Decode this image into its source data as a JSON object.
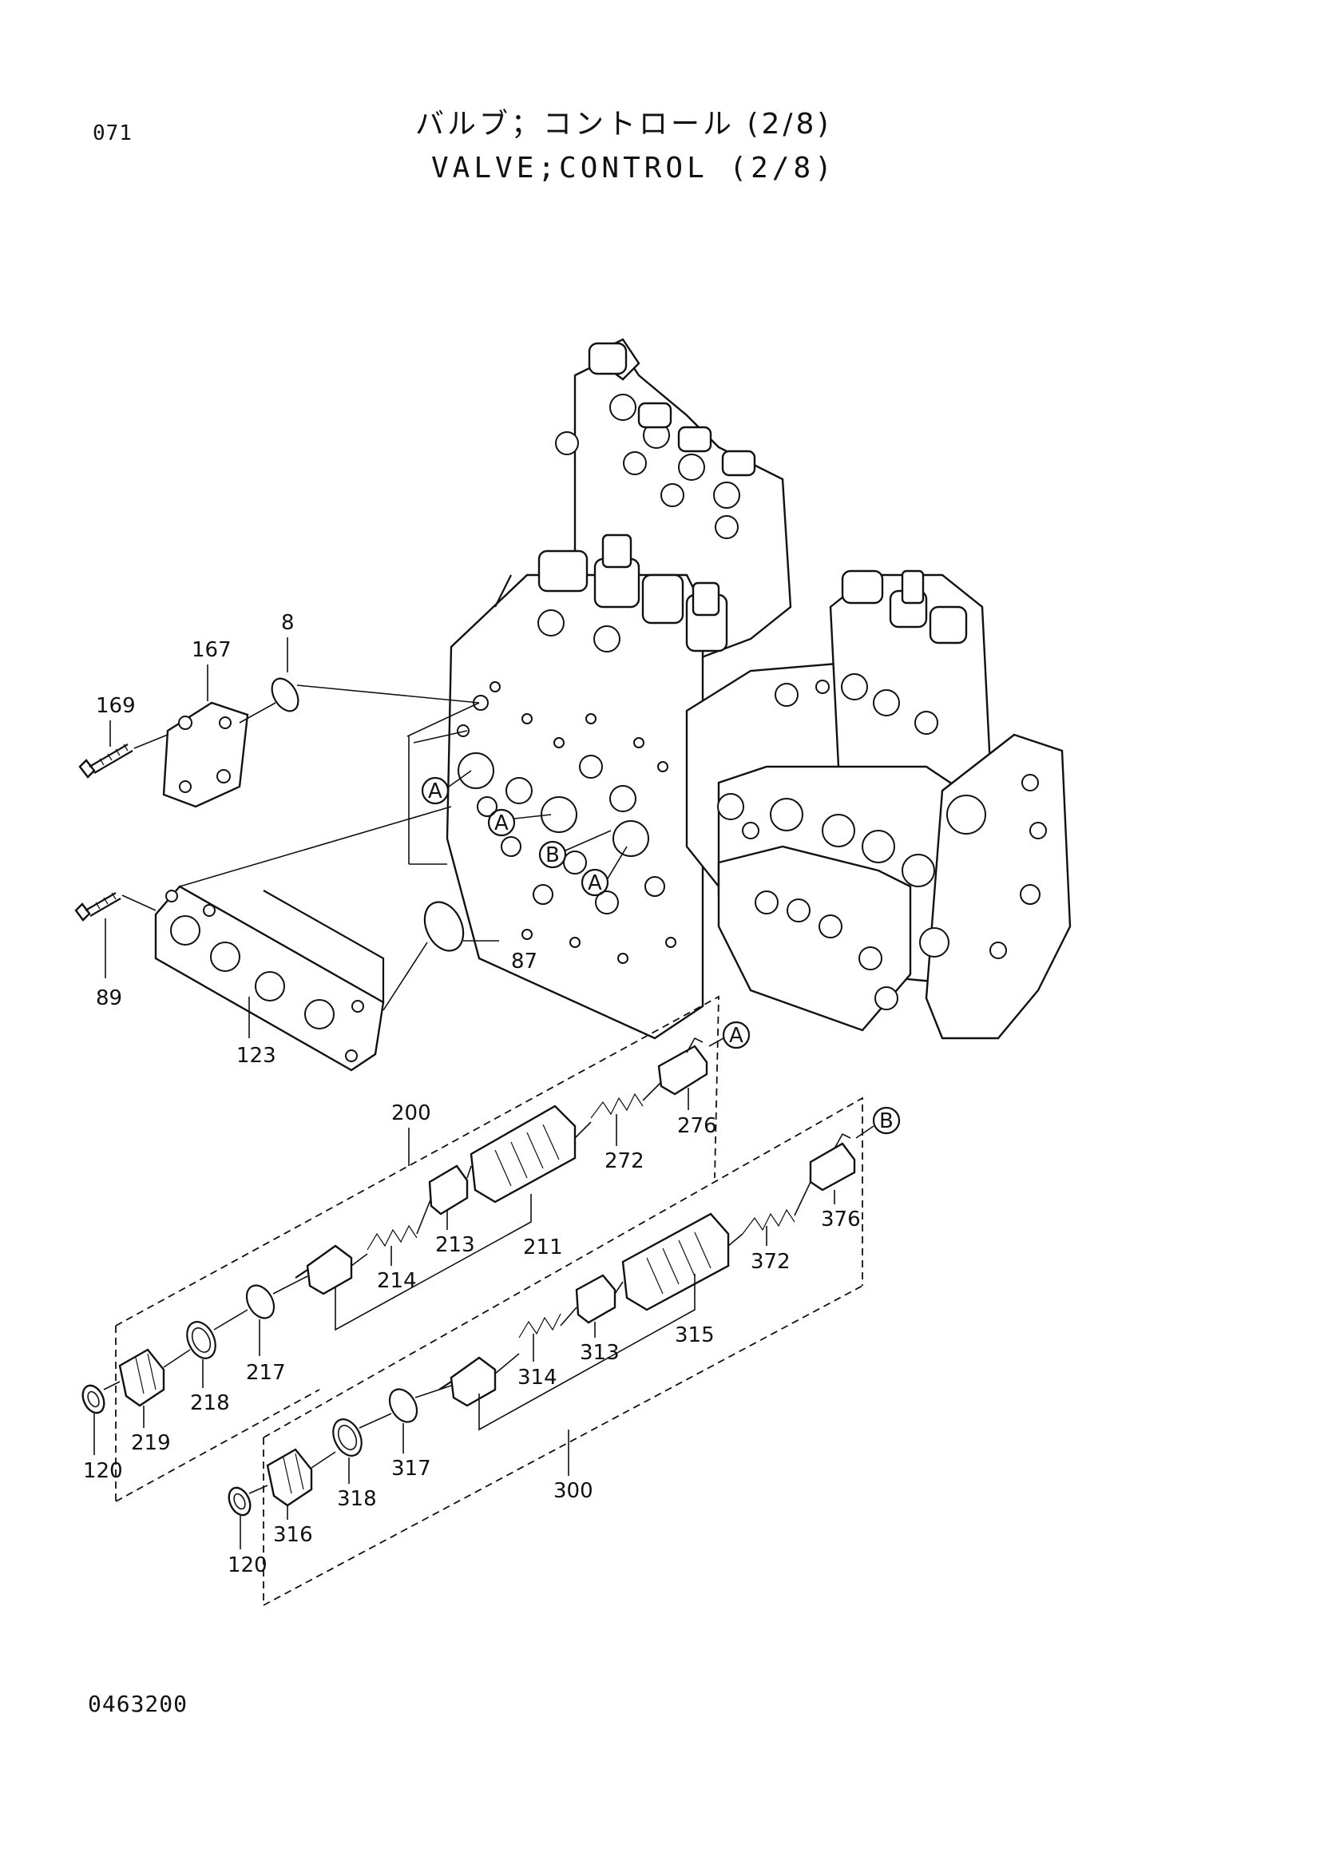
{
  "page_number": "071",
  "title_jp": "バルブ；コントロール (2/8)",
  "title_en": "VALVE;CONTROL (2/8)",
  "drawing_number": "0463200",
  "part_labels": {
    "p8": "8",
    "p167": "167",
    "p169": "169",
    "p89": "89",
    "p87": "87",
    "p123": "123",
    "p200": "200",
    "p276": "276",
    "p272": "272",
    "p213": "213",
    "p211": "211",
    "p214": "214",
    "p217": "217",
    "p218": "218",
    "p219": "219",
    "p120a": "120",
    "p376": "376",
    "p372": "372",
    "p313": "313",
    "p315": "315",
    "p314": "314",
    "p317": "317",
    "p318": "318",
    "p316": "316",
    "p120b": "120",
    "p300": "300"
  },
  "callouts": {
    "a1": "A",
    "a2": "A",
    "b1": "B",
    "a3": "A",
    "a_ref": "A",
    "b_ref": "B"
  }
}
